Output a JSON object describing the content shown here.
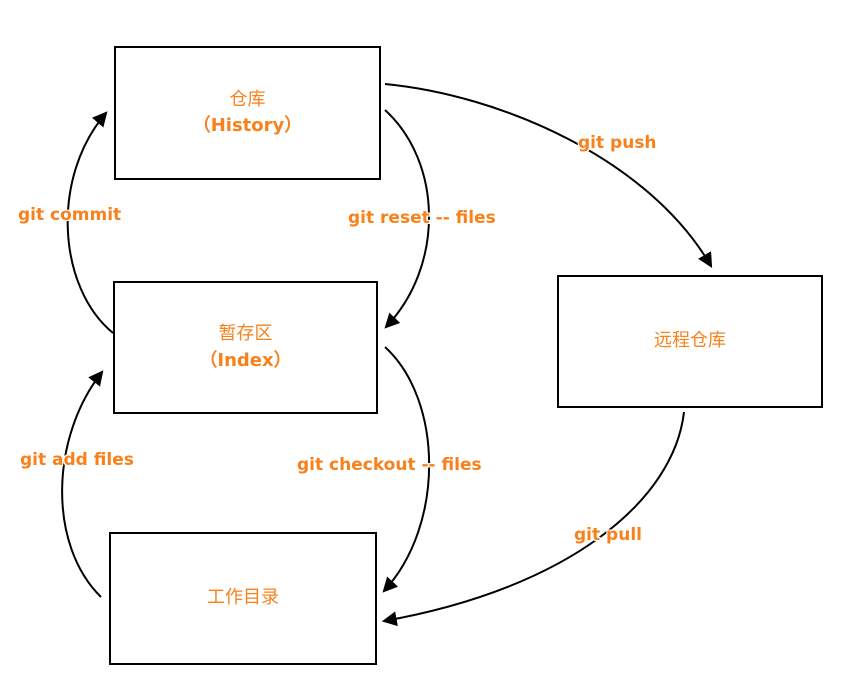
{
  "title": "Git workflow diagram",
  "colors": {
    "accent": "#f8811c",
    "line": "#000000",
    "background": "#ffffff",
    "node_fill": "#ffffff"
  },
  "nodes": {
    "history": {
      "line1": "仓库",
      "line2": "（History）"
    },
    "index": {
      "line1": "暂存区",
      "line2": "（Index）"
    },
    "workdir": {
      "line1": "工作目录"
    },
    "remote": {
      "line1": "远程仓库"
    }
  },
  "edges": {
    "commit": {
      "label": "git commit",
      "from": "index",
      "to": "history"
    },
    "reset": {
      "label": "git reset -- files",
      "from": "history",
      "to": "index"
    },
    "push": {
      "label": "git push",
      "from": "history",
      "to": "remote"
    },
    "add": {
      "label": "git add files",
      "from": "workdir",
      "to": "index"
    },
    "checkout": {
      "label": "git checkout -- files",
      "from": "index",
      "to": "workdir"
    },
    "pull": {
      "label": "git pull",
      "from": "remote",
      "to": "workdir"
    }
  }
}
